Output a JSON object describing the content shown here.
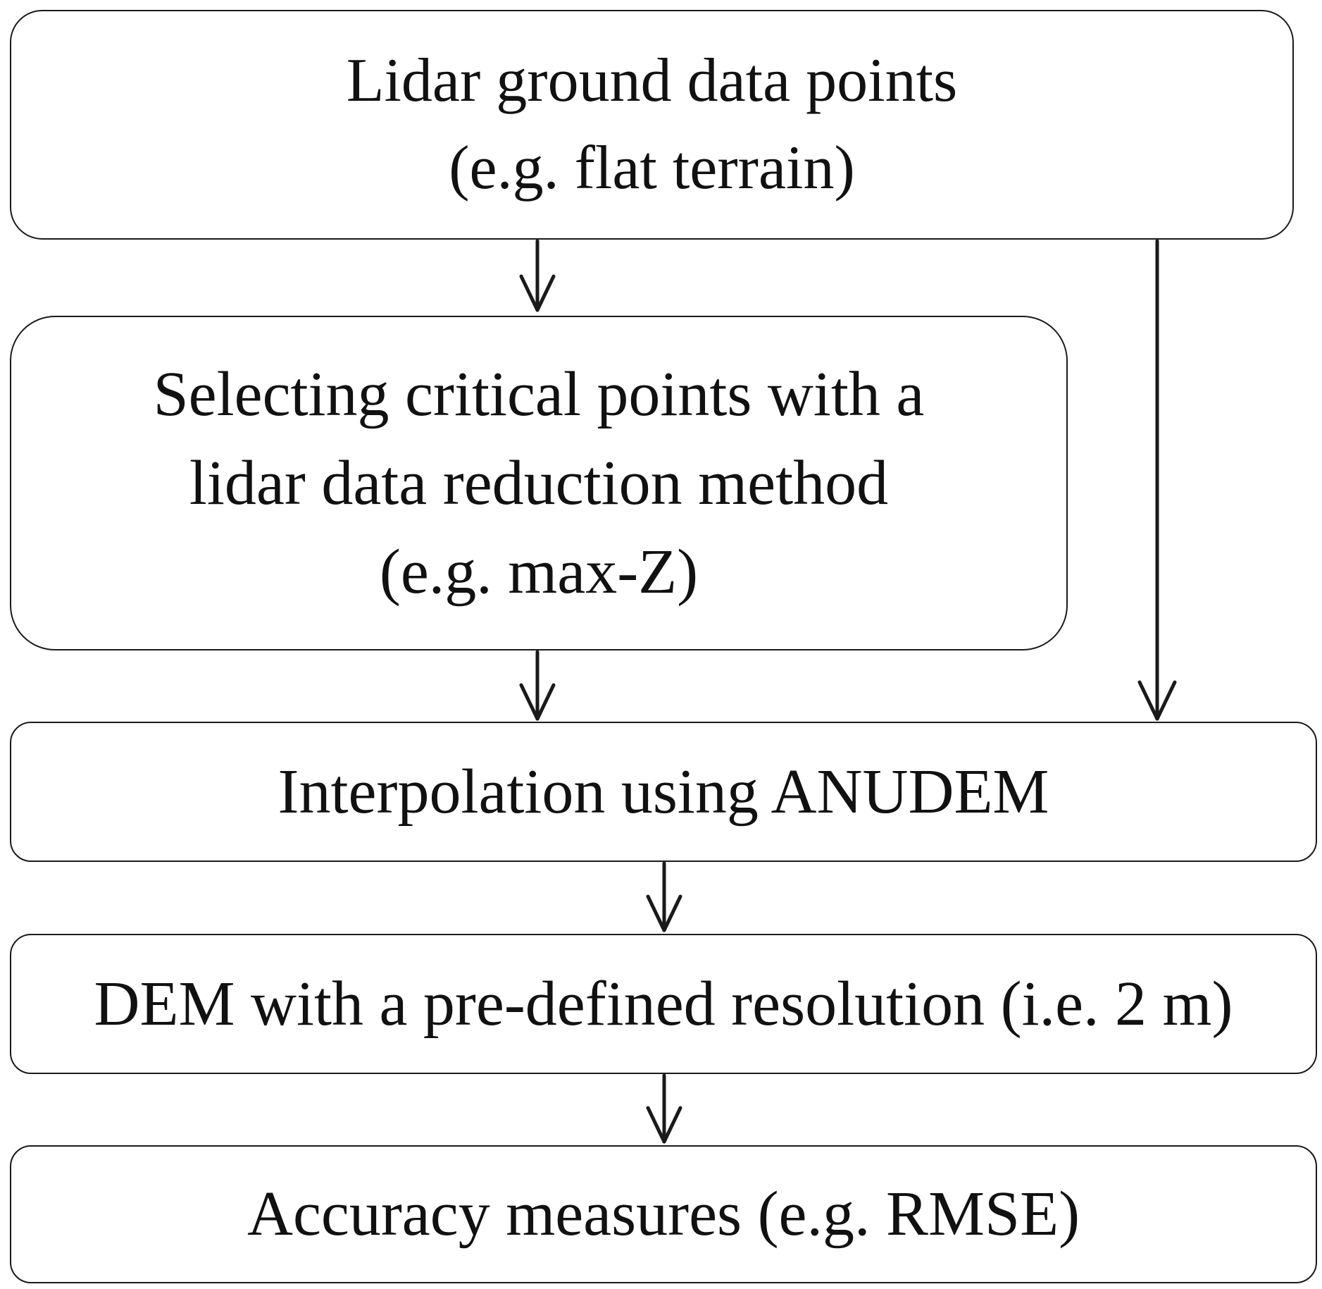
{
  "flowchart": {
    "steps": [
      {
        "id": "lidar",
        "lines": [
          "Lidar ground data points",
          "(e.g. flat terrain)"
        ]
      },
      {
        "id": "select",
        "lines": [
          "Selecting critical points with a",
          "lidar data reduction method",
          "(e.g. max-Z)"
        ]
      },
      {
        "id": "interp",
        "lines": [
          "Interpolation using ANUDEM"
        ]
      },
      {
        "id": "dem",
        "lines": [
          "DEM with a pre-defined resolution (i.e. 2 m)"
        ]
      },
      {
        "id": "accuracy",
        "lines": [
          "Accuracy measures (e.g. RMSE)"
        ]
      }
    ],
    "connections": [
      {
        "from": "lidar",
        "to": "select"
      },
      {
        "from": "select",
        "to": "interp"
      },
      {
        "from": "lidar",
        "to": "interp"
      },
      {
        "from": "interp",
        "to": "dem"
      },
      {
        "from": "dem",
        "to": "accuracy"
      }
    ]
  }
}
